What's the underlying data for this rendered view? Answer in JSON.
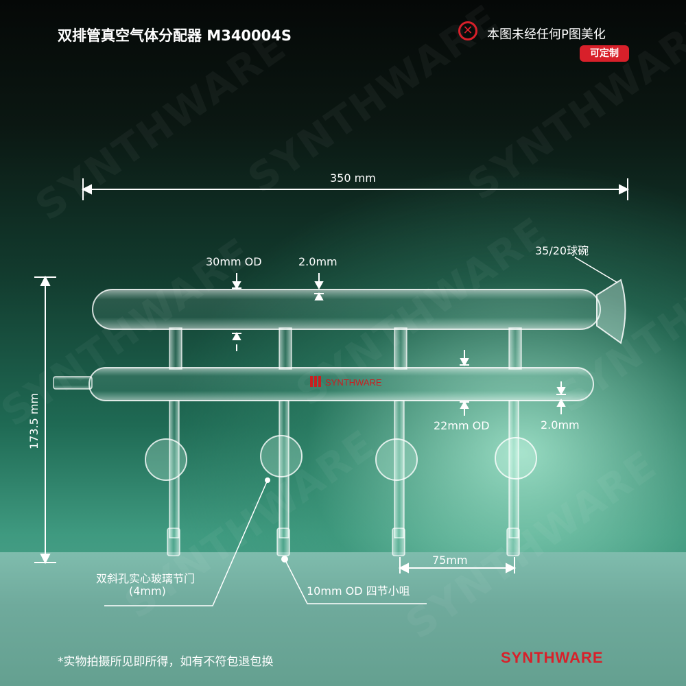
{
  "header": {
    "title": "双排管真空气体分配器 M340004S",
    "notice": "本图未经任何P图美化",
    "notice_icon": "x-circle-icon",
    "custom_badge": "可定制"
  },
  "watermark": "SYNTHWARE",
  "dimensions": {
    "length": "350 mm",
    "height": "173.5 mm",
    "upper_tube_od": "30mm OD",
    "upper_wall": "2.0mm",
    "joint": "35/20球碗",
    "lower_tube_od": "22mm OD",
    "lower_wall": "2.0mm",
    "spacing": "75mm"
  },
  "callouts": {
    "stopcock": "双斜孔实心玻璃节门",
    "stopcock_size": "(4mm)",
    "hose": "10mm OD 四节小咀"
  },
  "glass_print": "SYNTHWARE",
  "footer": {
    "note": "*实物拍摄所见即所得，如有不符包退包换",
    "brand": "SYNTHWARE"
  },
  "colors": {
    "accent": "#d8202a"
  }
}
